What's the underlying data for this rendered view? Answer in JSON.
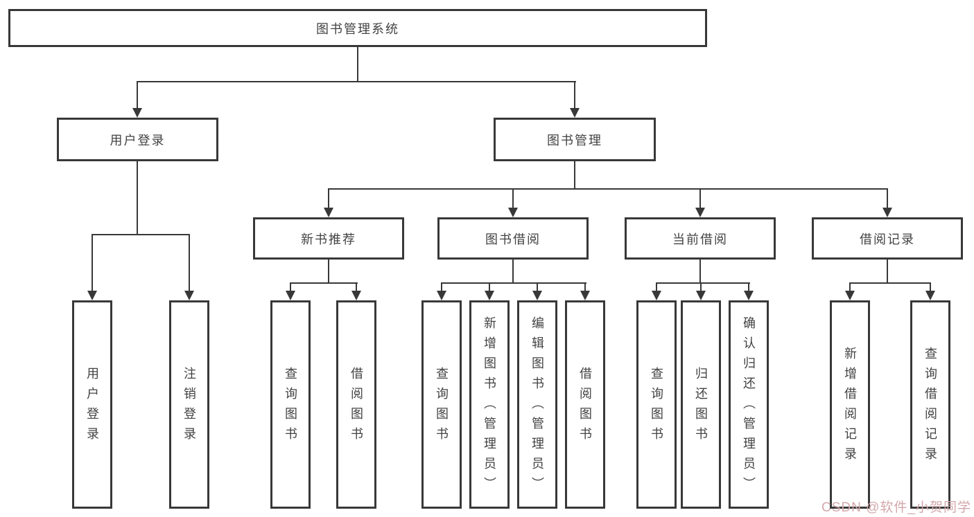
{
  "diagram": {
    "root": {
      "label": "图书管理系统"
    },
    "branches": [
      {
        "label": "用户登录",
        "children": [
          {
            "label": "用户登录"
          },
          {
            "label": "注销登录"
          }
        ]
      },
      {
        "label": "图书管理",
        "children": [
          {
            "label": "新书推荐",
            "children": [
              {
                "label": "查询图书"
              },
              {
                "label": "借阅图书"
              }
            ]
          },
          {
            "label": "图书借阅",
            "children": [
              {
                "label": "查询图书"
              },
              {
                "label": "新增图书（管理员）"
              },
              {
                "label": "编辑图书（管理员）"
              },
              {
                "label": "借阅图书"
              }
            ]
          },
          {
            "label": "当前借阅",
            "children": [
              {
                "label": "查询图书"
              },
              {
                "label": "归还图书"
              },
              {
                "label": "确认归还（管理员）"
              }
            ]
          },
          {
            "label": "借阅记录",
            "children": [
              {
                "label": "新增借阅记录"
              },
              {
                "label": "查询借阅记录"
              }
            ]
          }
        ]
      }
    ],
    "colors": {
      "line": "#383838",
      "text": "#424242",
      "watermark": "#d3a7ab"
    }
  },
  "watermark": {
    "text": "CSDN @软件_小贺同学"
  }
}
